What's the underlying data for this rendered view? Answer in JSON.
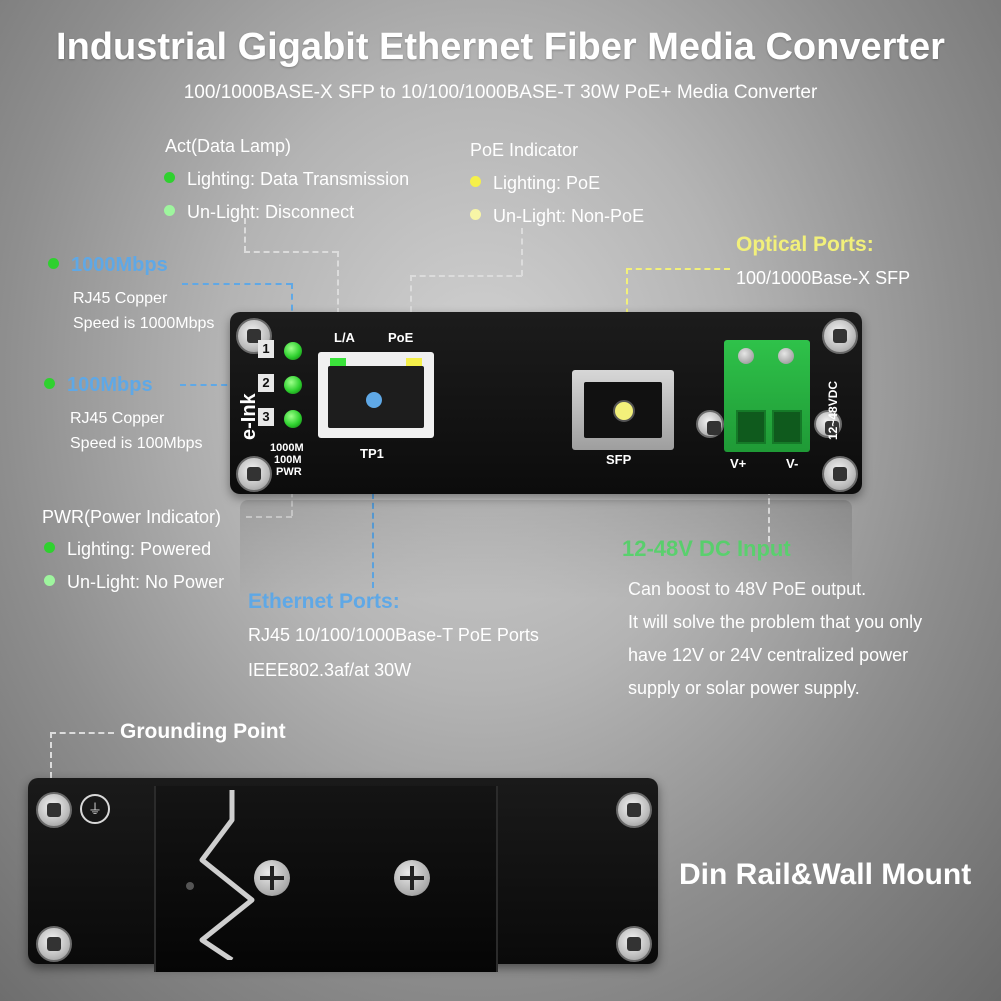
{
  "header": {
    "title": "Industrial Gigabit Ethernet Fiber Media Converter",
    "subtitle": "100/1000BASE-X SFP to 10/100/1000BASE-T 30W PoE+ Media Converter"
  },
  "act_lamp": {
    "heading": "Act(Data Lamp)",
    "on": "Lighting: Data Transmission",
    "off": "Un-Light: Disconnect"
  },
  "poe_indicator": {
    "heading": "PoE Indicator",
    "on": "Lighting: PoE",
    "off": "Un-Light: Non-PoE"
  },
  "speed_1000": {
    "heading": "1000Mbps",
    "line1": "RJ45 Copper",
    "line2": "Speed is 1000Mbps"
  },
  "speed_100": {
    "heading": "100Mbps",
    "line1": "RJ45 Copper",
    "line2": "Speed is 100Mbps"
  },
  "pwr": {
    "heading": "PWR(Power Indicator)",
    "on": "Lighting: Powered",
    "off": "Un-Light: No Power"
  },
  "optical_ports": {
    "heading": "Optical Ports:",
    "desc": "100/1000Base-X SFP"
  },
  "ethernet_ports": {
    "heading": "Ethernet Ports:",
    "line1": "RJ45 10/100/1000Base-T PoE Ports",
    "line2": "IEEE802.3af/at  30W"
  },
  "dc_input": {
    "heading": "12-48V DC Input",
    "lines": [
      "Can boost to 48V PoE output.",
      "It will solve the problem that you only",
      "have 12V or 24V centralized power",
      "supply or solar power supply."
    ]
  },
  "grounding": {
    "label": "Grounding Point"
  },
  "mount": {
    "label": "Din Rail&Wall Mount"
  },
  "device": {
    "brand": "e-Ink",
    "led_numbers": [
      "1",
      "2",
      "3"
    ],
    "led_legend": [
      "1000M",
      "100M",
      "PWR"
    ],
    "port_la": "L/A",
    "port_poe": "PoE",
    "port_tp1": "TP1",
    "port_sfp": "SFP",
    "v_plus": "V+",
    "v_minus": "V-",
    "voltage": "12~48VDC"
  },
  "colors": {
    "blue_heading": "#5fa8e6",
    "yellow_heading": "#f2f07a",
    "green_heading": "#5fdc74",
    "led_green": "#2fd12f",
    "led_light_green": "#9ef59e",
    "led_yellow": "#f5f04a",
    "led_light_yellow": "#f7f5a6"
  }
}
